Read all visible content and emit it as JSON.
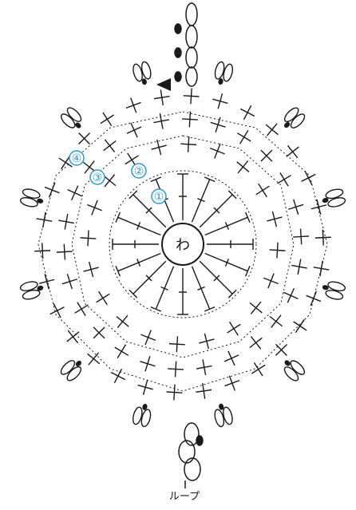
{
  "diagram": {
    "center_label": "わ",
    "round_markers": [
      "①",
      "②",
      "③",
      "④"
    ],
    "loop_label": "ループ",
    "symbols": {
      "chain": "chain-stitch",
      "slip": "slip-stitch",
      "single": "single-crochet",
      "double": "double-crochet",
      "start": "start-arrow"
    },
    "colors": {
      "ink": "#1a1a1a",
      "marker": "#2b9bd6",
      "background": "#ffffff"
    }
  }
}
